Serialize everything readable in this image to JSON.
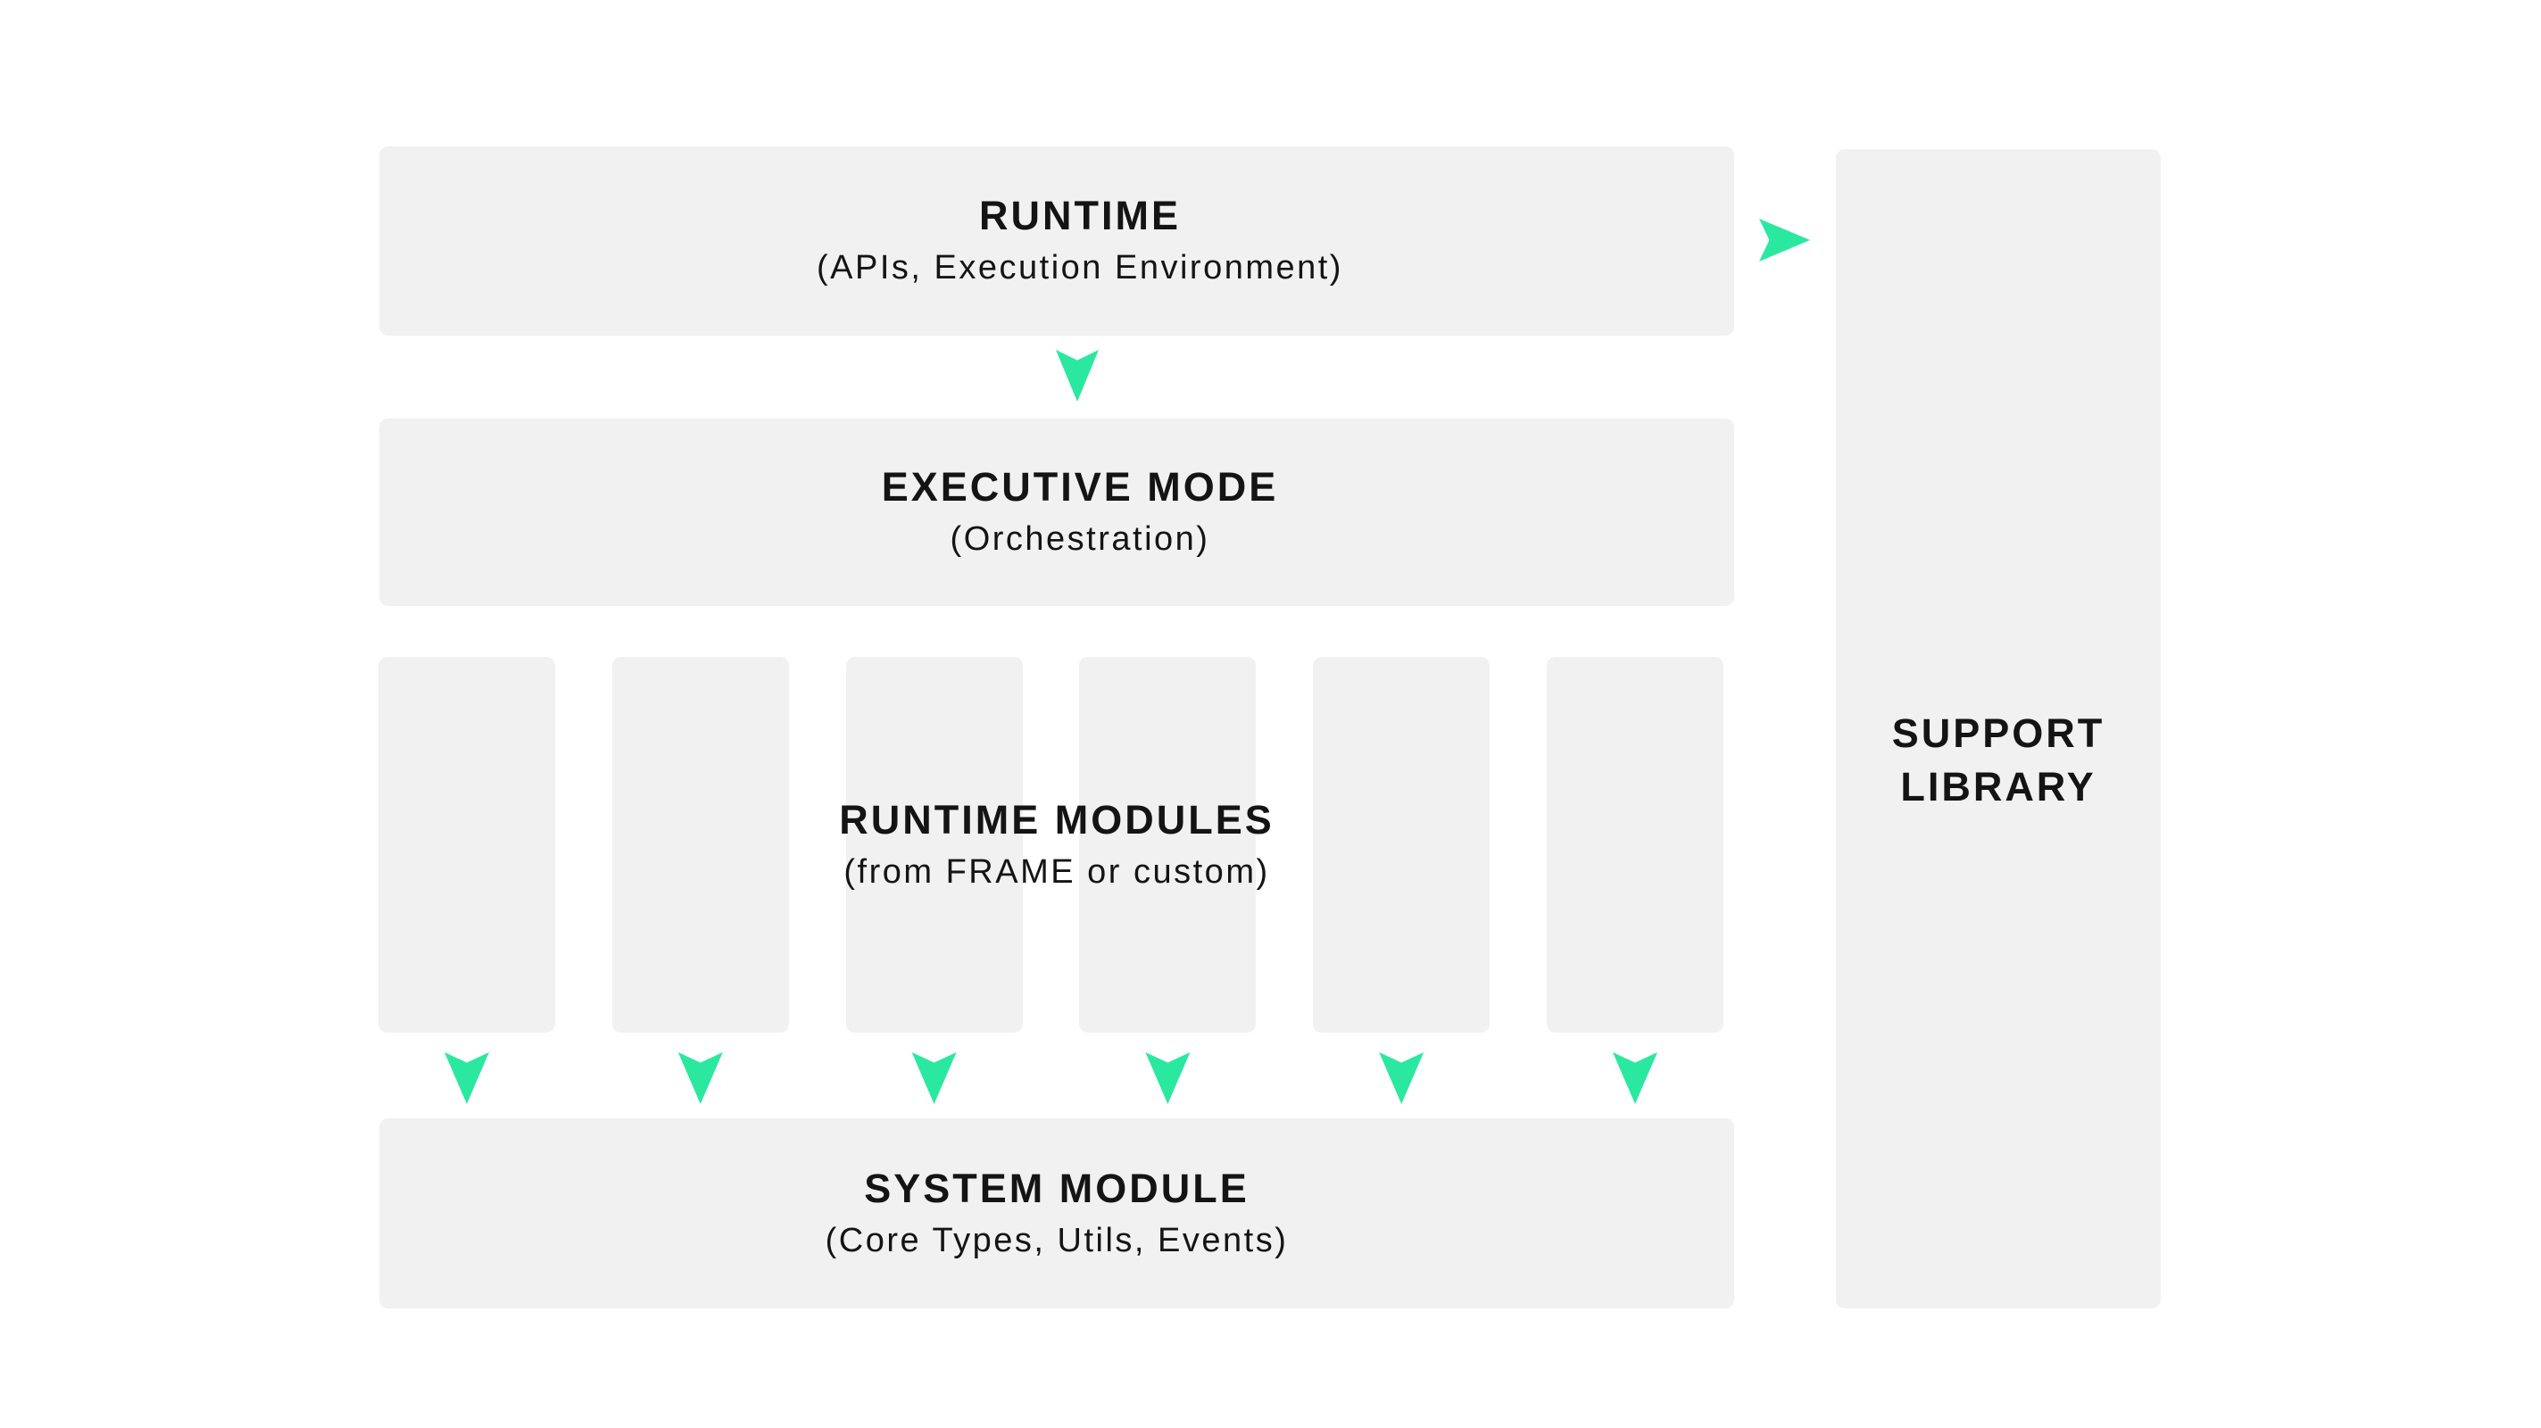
{
  "diagram": {
    "colors": {
      "background": "#ffffff",
      "box_fill": "#f1f1f1",
      "accent_green": "#2be8a0",
      "text": "#141414"
    },
    "runtime_box": {
      "title": "RUNTIME",
      "subtitle": "(APIs, Execution Environment)"
    },
    "executive_box": {
      "title": "EXECUTIVE MODE",
      "subtitle": "(Orchestration)"
    },
    "runtime_modules": {
      "title": "RUNTIME MODULES",
      "subtitle": "(from FRAME or custom)",
      "column_count": 6
    },
    "system_box": {
      "title": "SYSTEM MODULE",
      "subtitle": "(Core Types, Utils, Events)"
    },
    "support_library": {
      "title_line1": "SUPPORT",
      "title_line2": "LIBRARY"
    },
    "icons": {
      "flow_down": "chevron-down-arrow",
      "flow_right": "chevron-right-arrow"
    }
  }
}
